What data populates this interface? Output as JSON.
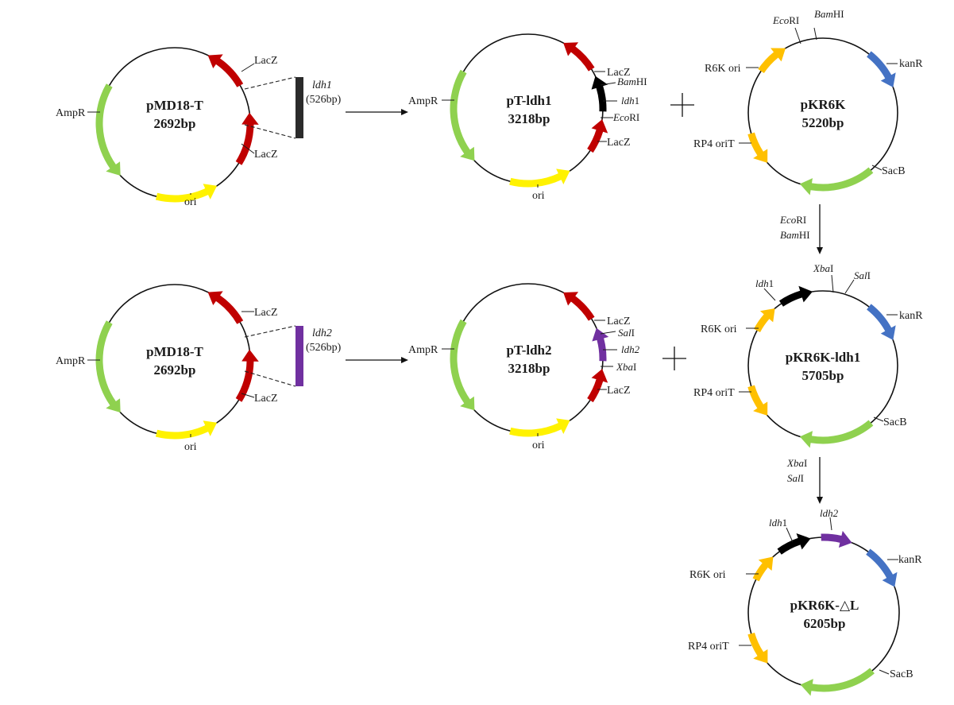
{
  "colors": {
    "ampR": "#8fd14f",
    "ori": "#fff200",
    "lacZ": "#c00000",
    "ldh1": "#000000",
    "ldh2": "#7030a0",
    "kanR": "#4472c4",
    "r6k": "#ffc000",
    "sacB": "#8fd14f",
    "ring": "#111111"
  },
  "plasmids": {
    "pmd18_a": {
      "name": "pMD18-T",
      "size": "2692bp",
      "ampR": "AmpR",
      "lacZ_top": "LacZ",
      "lacZ_bottom": "LacZ",
      "ori": "ori"
    },
    "pmd18_b": {
      "name": "pMD18-T",
      "size": "2692bp",
      "ampR": "AmpR",
      "lacZ_top": "LacZ",
      "lacZ_bottom": "LacZ",
      "ori": "ori"
    },
    "pt_ldh1": {
      "name": "pT-ldh1",
      "size": "3218bp",
      "ampR": "AmpR",
      "lacZ_top": "LacZ",
      "lacZ_bottom": "LacZ",
      "ori": "ori",
      "site_top": "BamHI",
      "gene": "ldh1",
      "site_bottom": "EcoRI"
    },
    "pt_ldh2": {
      "name": "pT-ldh2",
      "size": "3218bp",
      "ampR": "AmpR",
      "lacZ_top": "LacZ",
      "lacZ_bottom": "LacZ",
      "ori": "ori",
      "site_top": "SalI",
      "gene": "ldh2",
      "site_bottom": "XbaI"
    },
    "pkr6k": {
      "name": "pKR6K",
      "size": "5220bp",
      "ecori": "EcoRI",
      "bamhi": "BamHI",
      "r6k": "R6K ori",
      "kanR": "kanR",
      "rp4": "RP4 oriT",
      "sacB": "SacB"
    },
    "pkr6k_ldh1": {
      "name": "pKR6K-ldh1",
      "size": "5705bp",
      "ldh1": "ldh1",
      "xbai": "XbaI",
      "sali": "SalI",
      "r6k": "R6K ori",
      "kanR": "kanR",
      "rp4": "RP4 oriT",
      "sacB": "SacB"
    },
    "pkr6k_dl": {
      "name": "pKR6K-△L",
      "size": "6205bp",
      "ldh1": "ldh1",
      "ldh2": "ldh2",
      "r6k": "R6K ori",
      "kanR": "kanR",
      "rp4": "RP4 oriT",
      "sacB": "SacB"
    }
  },
  "inserts": {
    "ldh1": {
      "name": "ldh1",
      "size": "(526bp)"
    },
    "ldh2": {
      "name": "ldh2",
      "size": "(526bp)"
    }
  },
  "steps": {
    "digest1": {
      "enzyme_a": "EcoRI",
      "enzyme_b": "BamHI"
    },
    "digest2": {
      "enzyme_a": "XbaI",
      "enzyme_b": "SalI"
    }
  }
}
